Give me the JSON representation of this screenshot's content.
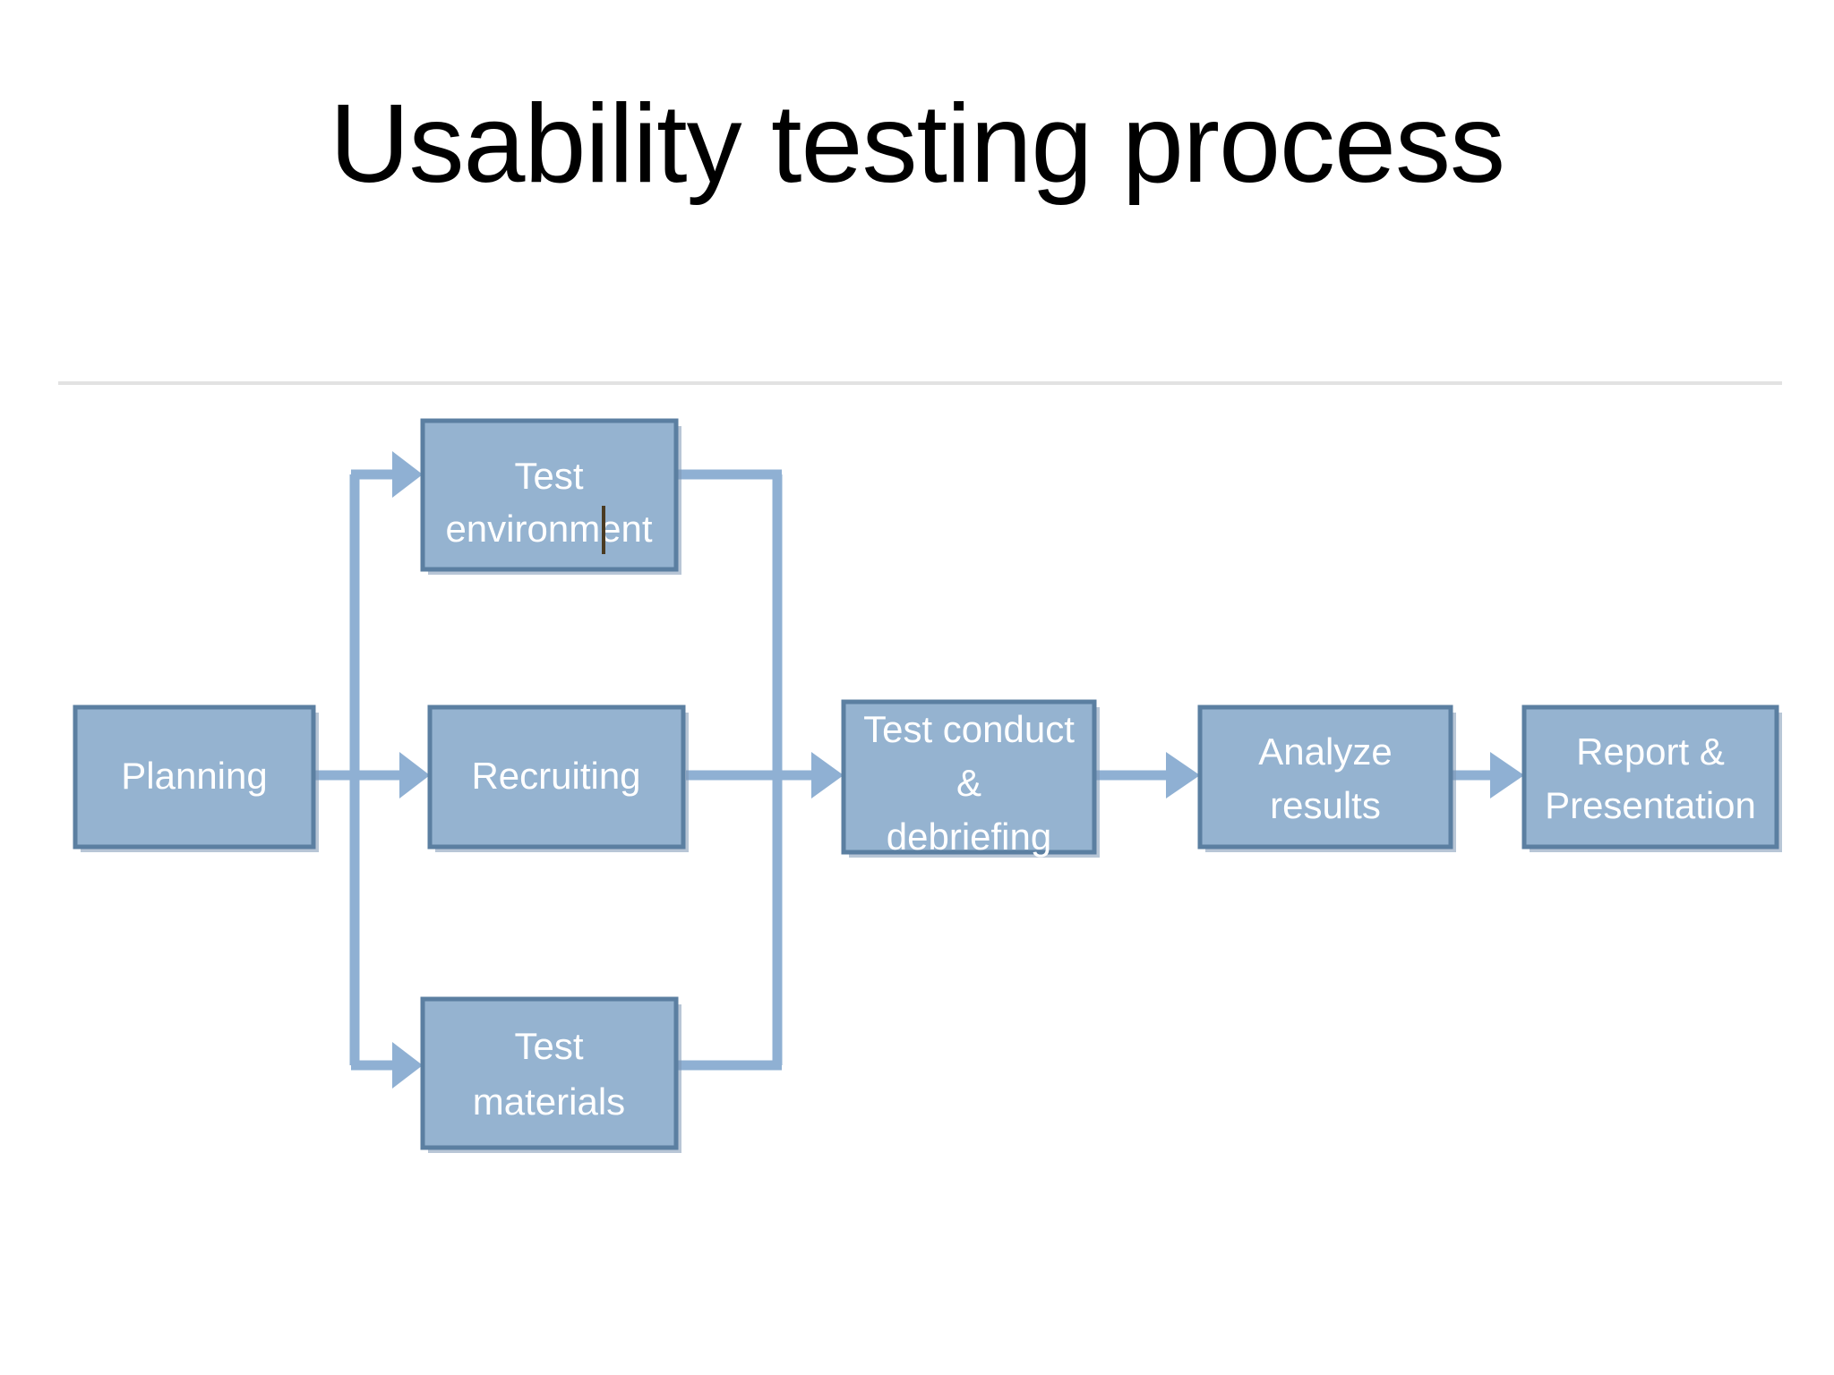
{
  "slide": {
    "title": "Usability testing process",
    "background_color": "#ffffff",
    "title_color": "#000000",
    "divider_color": "#e2e2e2"
  },
  "theme": {
    "node_fill": "#95b3d0",
    "node_border": "#5b7fa1",
    "node_text": "#ffffff",
    "connector": "#8fb0d3",
    "caret": "#4a3b22"
  },
  "diagram": {
    "type": "flowchart",
    "caret_visible": true,
    "caret_in_node": "test-environment",
    "nodes": [
      {
        "id": "planning",
        "lines": [
          "Planning"
        ],
        "line1": "Planning",
        "line2": "",
        "line3": "",
        "row": "middle",
        "order": 1
      },
      {
        "id": "test-environment",
        "lines": [
          "Test",
          "environment"
        ],
        "line1": "Test",
        "line2": "environment",
        "line3": "",
        "row": "top-branch",
        "order": 2
      },
      {
        "id": "recruiting",
        "lines": [
          "Recruiting"
        ],
        "line1": "Recruiting",
        "line2": "",
        "line3": "",
        "row": "middle",
        "order": 2
      },
      {
        "id": "test-materials",
        "lines": [
          "Test",
          "materials"
        ],
        "line1": "Test",
        "line2": "materials",
        "line3": "",
        "row": "bottom-branch",
        "order": 2
      },
      {
        "id": "test-conduct-debriefing",
        "lines": [
          "Test conduct",
          "&",
          "debriefing"
        ],
        "line1": "Test conduct",
        "line2": "&",
        "line3": "debriefing",
        "row": "middle",
        "order": 3
      },
      {
        "id": "analyze-results",
        "lines": [
          "Analyze",
          "results"
        ],
        "line1": "Analyze",
        "line2": "results",
        "line3": "",
        "row": "middle",
        "order": 4
      },
      {
        "id": "report-presentation",
        "lines": [
          "Report &",
          "Presentation"
        ],
        "line1": "Report &",
        "line2": "Presentation",
        "line3": "",
        "row": "middle",
        "order": 5
      }
    ],
    "edges": [
      {
        "from": "planning",
        "to": "test-environment",
        "style": "elbow"
      },
      {
        "from": "planning",
        "to": "recruiting",
        "style": "straight"
      },
      {
        "from": "planning",
        "to": "test-materials",
        "style": "elbow"
      },
      {
        "from": "test-environment",
        "to": "test-conduct-debriefing",
        "style": "elbow"
      },
      {
        "from": "recruiting",
        "to": "test-conduct-debriefing",
        "style": "straight"
      },
      {
        "from": "test-materials",
        "to": "test-conduct-debriefing",
        "style": "elbow"
      },
      {
        "from": "test-conduct-debriefing",
        "to": "analyze-results",
        "style": "straight"
      },
      {
        "from": "analyze-results",
        "to": "report-presentation",
        "style": "straight"
      }
    ]
  }
}
